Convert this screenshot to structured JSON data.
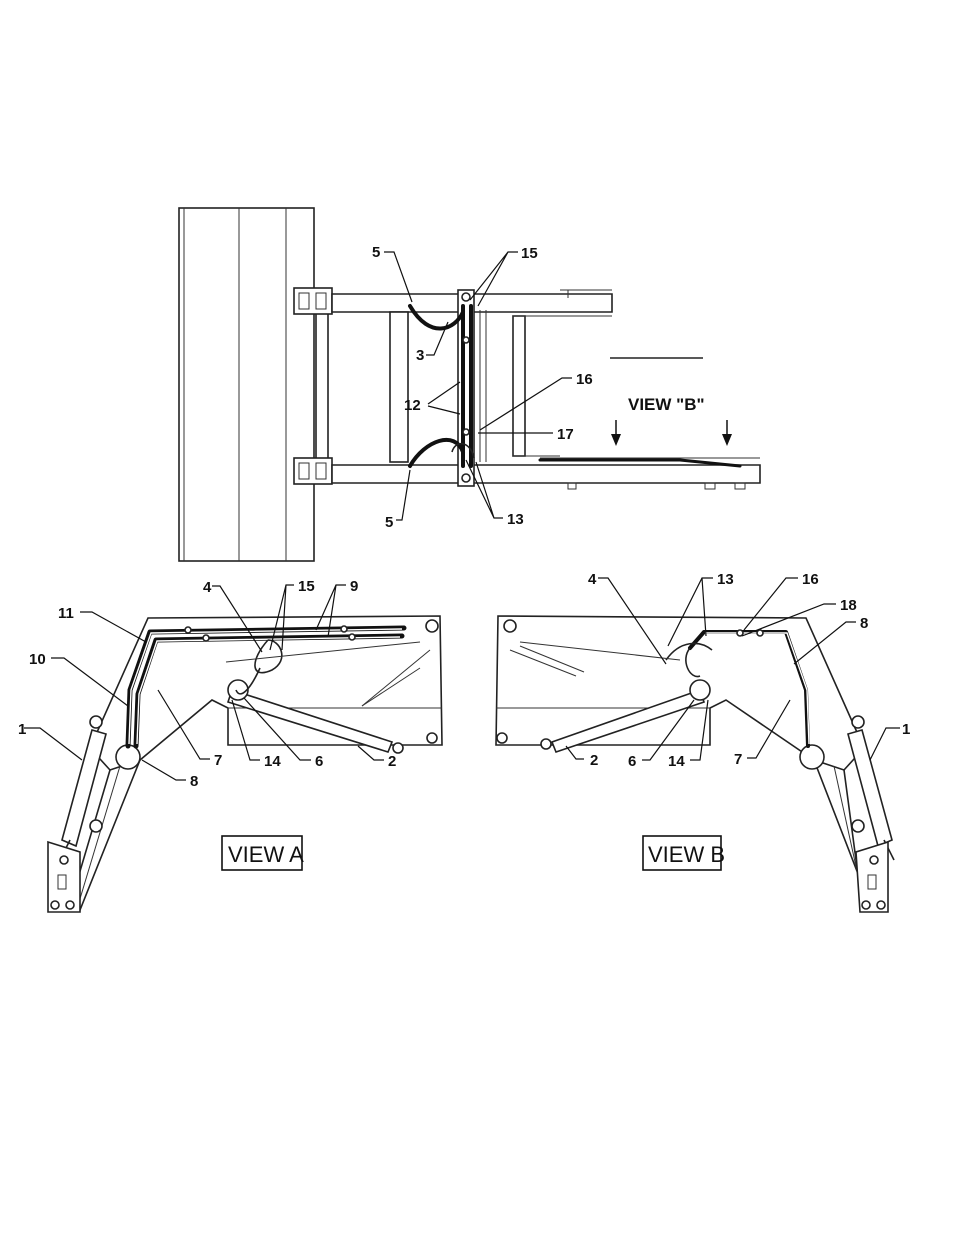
{
  "top_view": {
    "callouts": [
      "5",
      "15",
      "3",
      "12",
      "16",
      "17",
      "5",
      "13"
    ],
    "view_b_heading": "VIEW \"B\""
  },
  "view_a": {
    "box_label": "VIEW A",
    "callouts": [
      "4",
      "15",
      "9",
      "11",
      "10",
      "1",
      "7",
      "8",
      "14",
      "6",
      "2"
    ]
  },
  "view_b": {
    "box_label": "VIEW B",
    "callouts": [
      "4",
      "13",
      "16",
      "18",
      "8",
      "1",
      "2",
      "6",
      "14",
      "7"
    ]
  }
}
